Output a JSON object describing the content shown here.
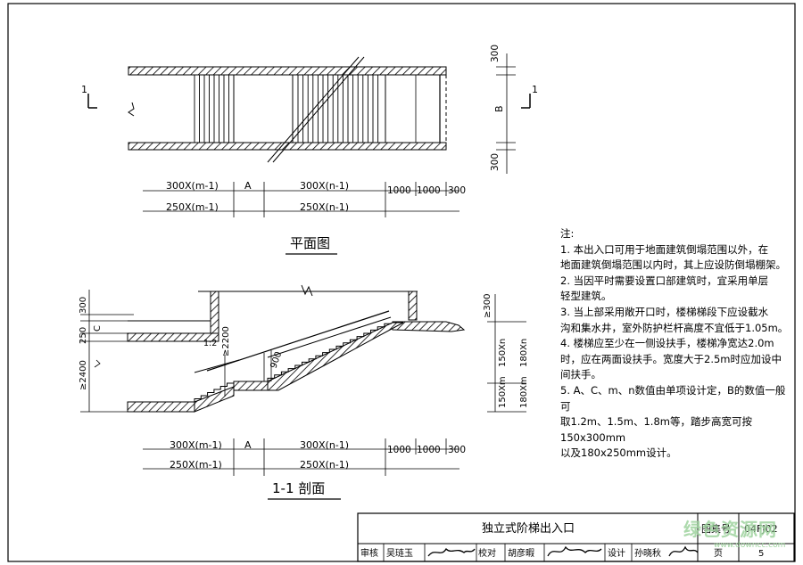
{
  "plan": {
    "title": "平面图",
    "dims_top": [
      "300X(m-1)",
      "A",
      "300X(n-1)",
      "1000",
      "1000",
      "300"
    ],
    "dims_bottom": [
      "250X(m-1)",
      "250X(n-1)"
    ],
    "right_dims": [
      "300",
      "B",
      "300"
    ],
    "section_mark": "1"
  },
  "section": {
    "title": "1-1 剖面",
    "left_dims": [
      "300",
      "250",
      "C",
      "≥2400"
    ],
    "mid_labels": [
      "1:2",
      "≥2200",
      "900"
    ],
    "right_dims": [
      "≥300",
      "150Xn",
      "180Xn",
      "150Xm",
      "180Xm"
    ],
    "dims_top": [
      "300X(m-1)",
      "A",
      "300X(n-1)",
      "1000",
      "1000",
      "300"
    ],
    "dims_bottom": [
      "250X(m-1)",
      "250X(n-1)"
    ]
  },
  "notes": {
    "heading": "注:",
    "lines": [
      "1. 本出入口可用于地面建筑倒塌范围以外，在",
      "地面建筑倒塌范围以内时，其上应设防倒塌棚架。",
      "2. 当因平时需要设置口部建筑时，宜采用单层",
      "轻型建筑。",
      "3. 当上部采用敞开口时，楼梯梯段下应设截水",
      "沟和集水井，室外防护栏杆高度不宜低于1.05m。",
      "4. 楼梯应至少在一侧设扶手，楼梯净宽达2.0m",
      "时，应在两面设扶手。宽度大于2.5m时应加设中",
      "间扶手。",
      "5. A、C、m、n数值由单项设计定，B的数值一般可",
      "取1.2m、1.5m、1.8m等，踏步高宽可按150x300mm",
      "以及180x250mm设计。"
    ]
  },
  "title_block": {
    "drawing_name": "独立式阶梯出入口",
    "atlas_label": "图集号",
    "atlas_no": "04FJ02",
    "row": [
      "审核",
      "吴琏玉",
      "校对",
      "胡彦暇",
      "设计",
      "孙晓秋",
      "页",
      "5"
    ]
  },
  "watermark": {
    "text": "绿色资源网",
    "url": "www.downcc.com"
  }
}
